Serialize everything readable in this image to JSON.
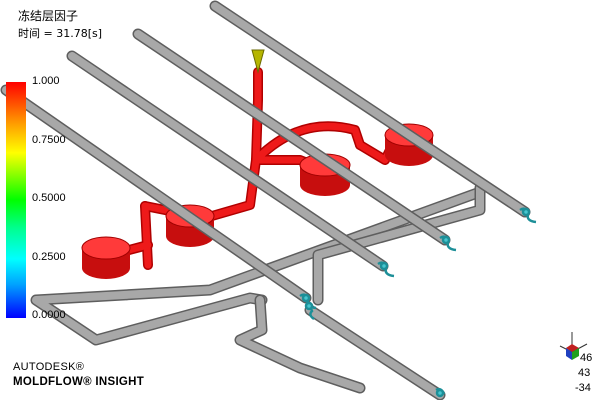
{
  "result": {
    "title": "冻结层因子",
    "time": "时间 = 31.78[s]"
  },
  "legend": {
    "ticks": [
      "1.000",
      "0.7500",
      "0.5000",
      "0.2500",
      "0.0000"
    ],
    "colors": {
      "high": "#ff0000",
      "mid": "#00ff00",
      "low": "#0000ff"
    }
  },
  "branding": {
    "line1": "AUTODESK®",
    "line2": "MOLDFLOW® INSIGHT"
  },
  "axis_triad": {
    "labels": [
      "46",
      "43",
      "-34"
    ]
  },
  "colors": {
    "part": "#e81414",
    "cooling": "#9a9a9a",
    "connector": "#2aa8b0",
    "sprue_tip": "#b5b500"
  }
}
